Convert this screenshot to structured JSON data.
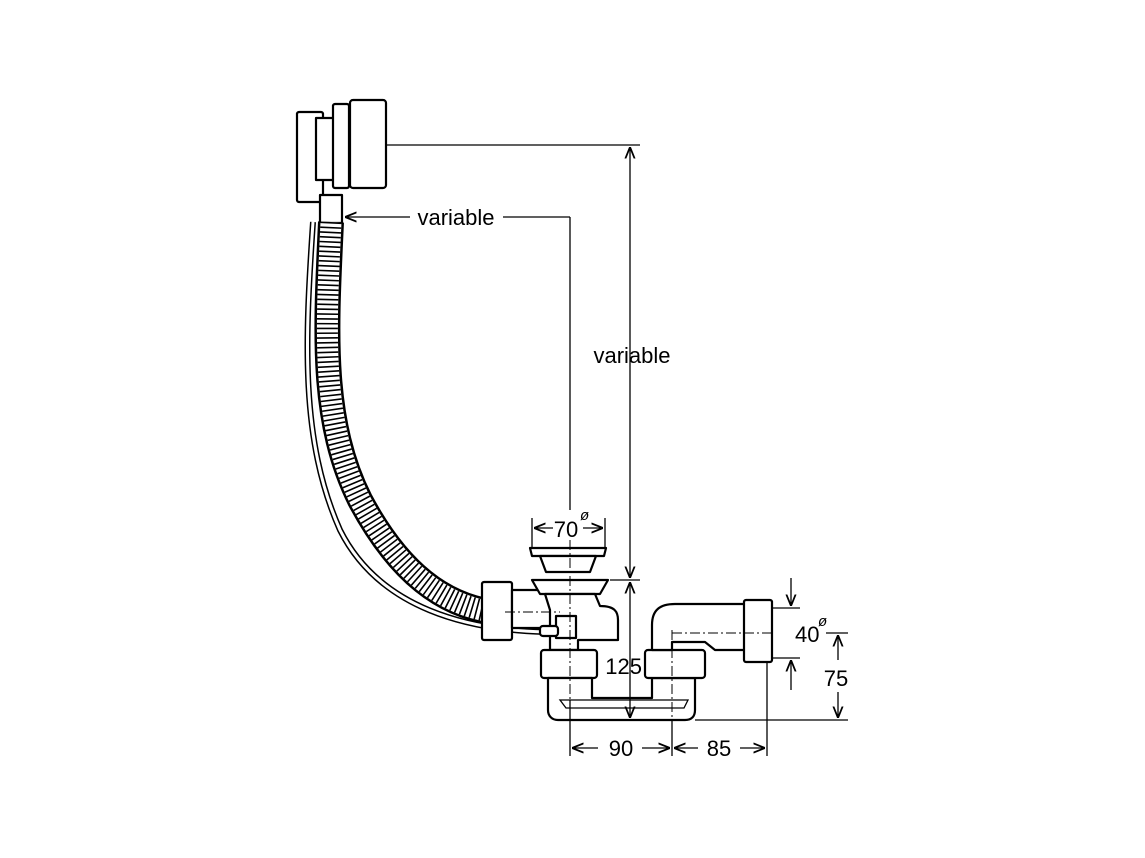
{
  "diagram": {
    "labels": {
      "horizontal_offset": "variable",
      "vertical_height": "variable",
      "plug_diameter": "70",
      "plug_diameter_symbol": "ø",
      "outlet_diameter": "40",
      "outlet_diameter_symbol": "ø",
      "drain_height": "125",
      "outlet_height": "75",
      "trap_width": "90",
      "outlet_offset": "85"
    },
    "colors": {
      "line": "#000000",
      "background": "#ffffff"
    }
  }
}
